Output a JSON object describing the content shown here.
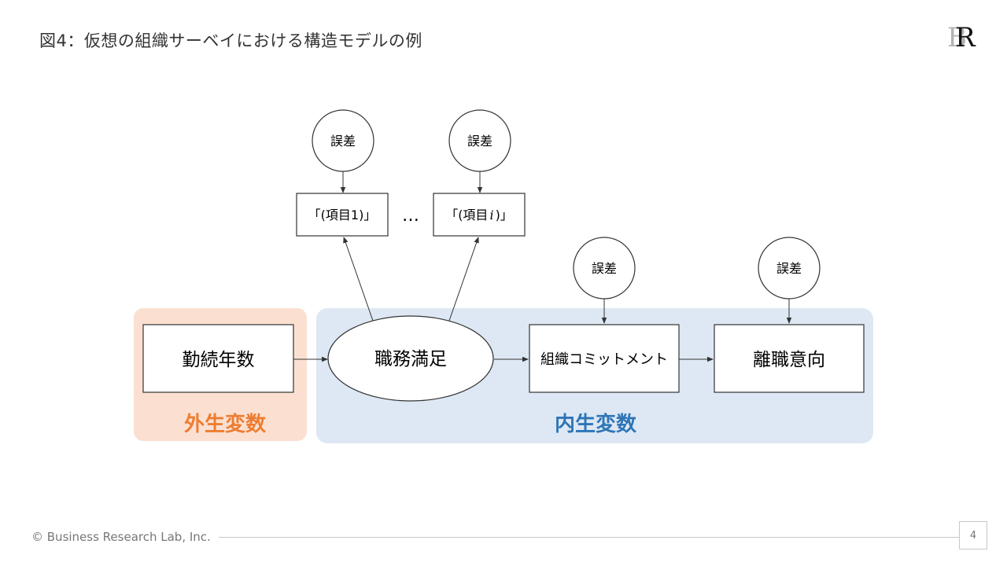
{
  "title": "図4：仮想の組織サーベイにおける構造モデルの例",
  "logo": {
    "back_letter": "B",
    "front_letter": "R"
  },
  "diagram": {
    "groups": {
      "exogenous": {
        "label": "外生変数",
        "color": "#ed7d31",
        "fill": "#fbe0d2"
      },
      "endogenous": {
        "label": "内生変数",
        "color": "#2e75b6",
        "fill": "#dde8f4"
      }
    },
    "nodes": {
      "tenure": "勤続年数",
      "job_satisfaction": "職務満足",
      "org_commitment": "組織コミットメント",
      "turnover_intention": "離職意向",
      "item_1": "「(項目1)」",
      "item_i_prefix": "「(項目",
      "item_i_var": "i",
      "item_i_suffix": ")」"
    },
    "error_label": "誤差",
    "ellipsis": "…"
  },
  "footer": {
    "copyright": "© Business Research Lab, Inc.",
    "page_number": "4"
  }
}
